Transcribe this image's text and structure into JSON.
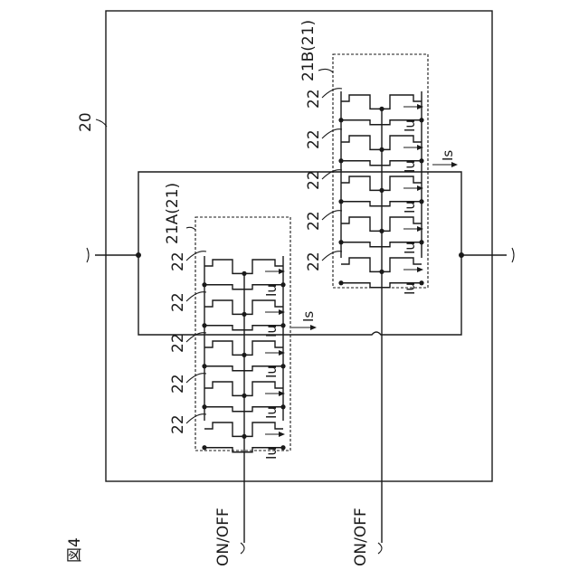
{
  "figure_label": "図4",
  "device_label": "20",
  "module_a_label": "21A(21)",
  "module_b_label": "21B(21)",
  "element_label": "22",
  "unit_current_label": "Iu",
  "sum_current_label": "Is",
  "control_label": "ON/OFF"
}
